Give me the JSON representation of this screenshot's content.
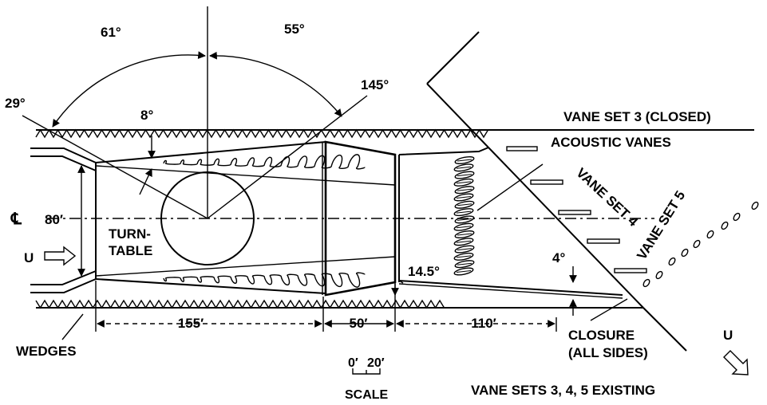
{
  "angles": {
    "a61": "61°",
    "a55": "55°",
    "a29": "29°",
    "a145": "145°",
    "a8": "8°",
    "a14_5": "14.5°",
    "a4": "4°"
  },
  "labels": {
    "vane_set_3": "VANE SET 3 (CLOSED)",
    "acoustic_vanes": "ACOUSTIC VANES",
    "vane_set_4": "VANE SET 4",
    "vane_set_5": "VANE SET 5",
    "centerline": "℄",
    "width_80": "80′",
    "turntable_1": "TURN-",
    "turntable_2": "TABLE",
    "flow_u": "U",
    "wedges": "WEDGES",
    "closure_1": "CLOSURE",
    "closure_2": "(ALL SIDES)",
    "existing": "VANE SETS 3, 4, 5 EXISTING"
  },
  "dimensions": {
    "d155": "155′",
    "d50": "50′",
    "d110": "110′"
  },
  "scale": {
    "start": "0′",
    "end": "20′",
    "label": "SCALE"
  }
}
